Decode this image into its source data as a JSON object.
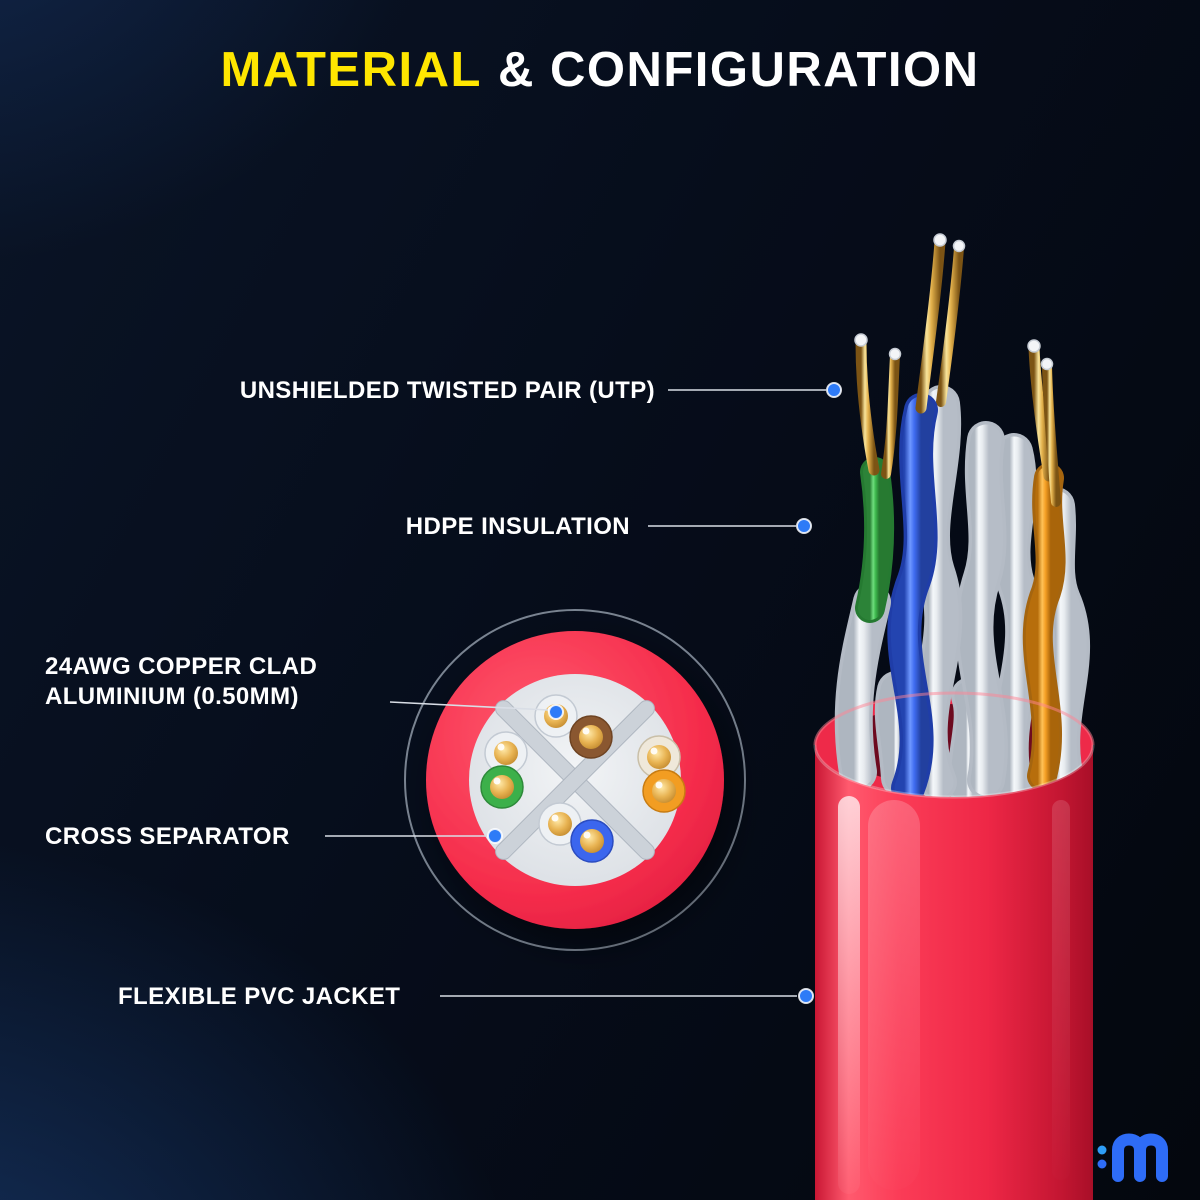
{
  "title": {
    "highlight": "MATERIAL",
    "rest": "& CONFIGURATION"
  },
  "labels": {
    "utp": "UNSHIELDED TWISTED PAIR (UTP)",
    "hdpe": "HDPE INSULATION",
    "copper_line1": "24AWG COPPER CLAD",
    "copper_line2": "ALUMINIUM (0.50MM)",
    "cross_separator": "CROSS SEPARATOR",
    "pvc_jacket": "FLEXIBLE PVC JACKET"
  },
  "diagram": {
    "subject": "cutaway of red UTP network cable with cross-section inset",
    "wire_pairs": [
      "white/brown",
      "white/green",
      "white/orange",
      "white/blue"
    ],
    "conductor_count": 8
  },
  "colors": {
    "title_highlight": "#FFE600",
    "text": "#FFFFFF",
    "jacket_red": "#F02746",
    "callout_dot_blue": "#2E7BF7",
    "wire_blue": "#3B66EE",
    "wire_green": "#3CB04A",
    "wire_orange": "#F29D22",
    "wire_brown": "#8A5730",
    "wire_white": "#EEF1F4",
    "conductor_gold": "#E0AC48"
  },
  "icons": {
    "callout_dot": "blue-dot",
    "brand_logo": "wave-m-logo"
  }
}
